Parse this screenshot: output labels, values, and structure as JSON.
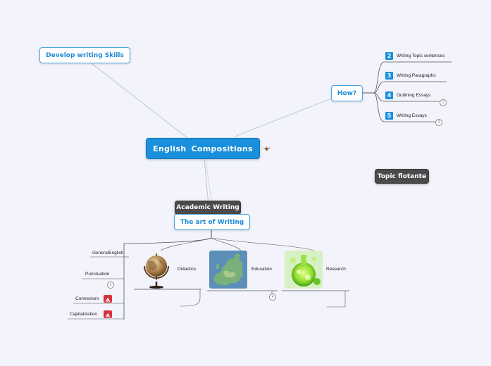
{
  "central": {
    "title": "English  Compositions",
    "icon": "bird-icon"
  },
  "develop": {
    "label": "Develop writing Skills"
  },
  "how": {
    "label": "How?",
    "items": [
      {
        "num": "2",
        "label": "Writing Topic sentences",
        "badge": ""
      },
      {
        "num": "3",
        "label": "Writing Paragraphs",
        "badge": ""
      },
      {
        "num": "4",
        "label": "Outlining Essays",
        "badge": "1"
      },
      {
        "num": "5",
        "label": "Writing Essays",
        "badge": "2"
      }
    ]
  },
  "floating": {
    "label": "Topic flotante"
  },
  "academic": {
    "label": "Academic Writing"
  },
  "art": {
    "label": "The art of Writing",
    "left_items": [
      {
        "label": "GeneralEnglish"
      },
      {
        "label": "Punctuation",
        "badge": "2"
      },
      {
        "label": "Connectors",
        "icon": "red-attachment-icon"
      },
      {
        "label": "Capitalization",
        "icon": "red-attachment-icon"
      }
    ],
    "didactics": {
      "label": "Didactics",
      "image": "globe-image"
    },
    "education": {
      "label": "Education",
      "image": "europe-map-image",
      "badge": "4"
    },
    "research": {
      "label": "Research",
      "image": "lab-flask-image"
    }
  },
  "colors": {
    "accent": "#1a8fdc",
    "dark_node": "#4a4a4a",
    "background": "#f2f3fb",
    "red_icon": "#d8323f"
  }
}
